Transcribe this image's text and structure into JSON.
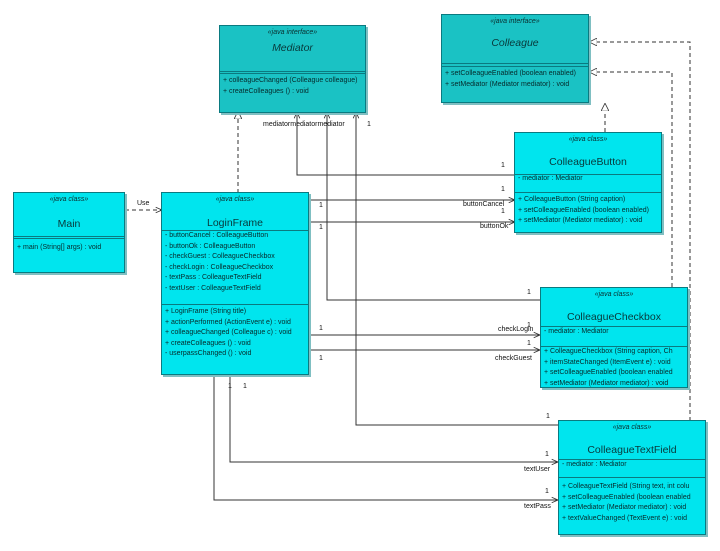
{
  "classes": {
    "mediator": {
      "stereotype": "«java interface»",
      "name": "Mediator",
      "attributes": [],
      "operations": [
        "+ colleagueChanged (Colleague colleague)",
        "+ createColleagues () : void"
      ]
    },
    "colleague": {
      "stereotype": "«java interface»",
      "name": "Colleague",
      "attributes": [],
      "operations": [
        "+ setColleagueEnabled (boolean enabled)",
        "+ setMediator (Mediator mediator) : void"
      ]
    },
    "colleague_button": {
      "stereotype": "«java class»",
      "name": "ColleagueButton",
      "attributes": [
        "- mediator  : Mediator"
      ],
      "operations": [
        "+ ColleagueButton (String caption)",
        "+ setColleagueEnabled (boolean enabled)",
        "+ setMediator (Mediator mediator) : void"
      ]
    },
    "main": {
      "stereotype": "«java class»",
      "name": "Main",
      "attributes": [],
      "operations": [
        "+ main (String[] args) : void"
      ]
    },
    "login_frame": {
      "stereotype": "«java class»",
      "name": "LoginFrame",
      "attributes": [
        "- buttonCancel  : ColleagueButton",
        "- buttonOk  : ColleagueButton",
        "- checkGuest  : ColleagueCheckbox",
        "- checkLogin  : ColleagueCheckbox",
        "- textPass  : ColleagueTextField",
        "- textUser  : ColleagueTextField"
      ],
      "operations": [
        "+ LoginFrame (String title)",
        "+ actionPerformed (ActionEvent e) : void",
        "+ colleagueChanged (Colleague c) : void",
        "+ createColleagues () : void",
        "- userpassChanged () : void"
      ]
    },
    "colleague_checkbox": {
      "stereotype": "«java class»",
      "name": "ColleagueCheckbox",
      "attributes": [
        "- mediator  : Mediator"
      ],
      "operations": [
        "+ ColleagueCheckbox (String caption, Ch",
        "+ itemStateChanged (ItemEvent e) : void",
        "+ setColleagueEnabled (boolean enabled",
        "+ setMediator (Mediator mediator) : void"
      ]
    },
    "colleague_textfield": {
      "stereotype": "«java class»",
      "name": "ColleagueTextField",
      "attributes": [
        "- mediator  : Mediator"
      ],
      "operations": [
        "+ ColleagueTextField (String text, int colu",
        "+ setColleagueEnabled (boolean enabled",
        "+ setMediator (Mediator mediator) : void",
        "+ textValueChanged (TextEvent e) : void"
      ]
    }
  },
  "labels": {
    "use": "Use",
    "mediator_roles": "mediatormediatormediator",
    "mediator_mult": "1",
    "btn_mult_top": "1",
    "btn_mult_1": "1",
    "btn_mult_2": "1",
    "button_cancel": "buttonCancel",
    "button_ok": "buttonOk",
    "lf_mult_1": "1",
    "lf_mult_2": "1",
    "lf_mult_3": "1",
    "lf_mult_4": "1",
    "chk_mult_top": "1",
    "chk_mult_1": "1",
    "chk_mult_2": "1",
    "check_login": "checkLogin",
    "check_guest": "checkGuest",
    "txt_mult_top": "1",
    "txt_mult_1": "1",
    "txt_mult_2": "1",
    "text_user": "textUser",
    "text_pass": "textPass",
    "lf_bottom_mult_1": "1",
    "lf_bottom_mult_2": "1"
  },
  "colors": {
    "class_fill": "#00e5ee",
    "interface_fill": "#1ac2c4",
    "border": "#0a7a80",
    "line": "#333333"
  }
}
